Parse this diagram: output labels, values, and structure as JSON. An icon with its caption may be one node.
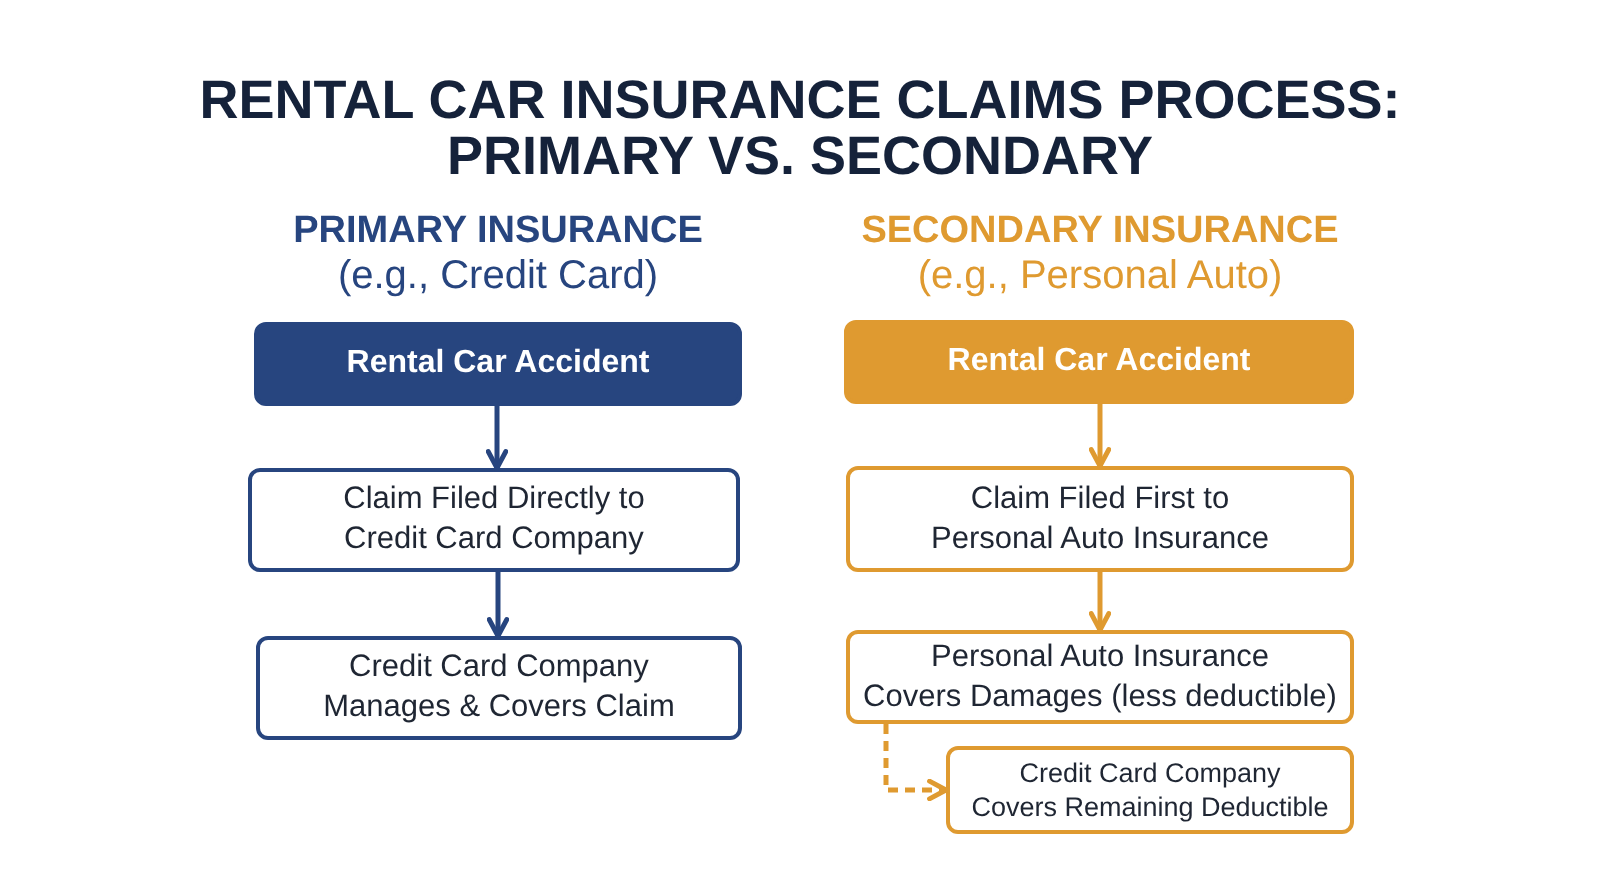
{
  "diagram": {
    "title": "RENTAL CAR INSURANCE CLAIMS PROCESS: PRIMARY VS. SECONDARY",
    "nodes": [
      {
        "text": [
          "Rental Car Accident"
        ]
      },
      {
        "text": [
          "Claim Filed Directly to Credit Card Company"
        ]
      },
      {
        "text": [
          "Credit Card Company Manages & Covers Claim"
        ]
      },
      {
        "text": [
          "Rental Car Accident"
        ]
      },
      {
        "text": [
          "Claim Filed First to Personal Auto Insurance"
        ]
      },
      {
        "text": [
          "Personal Auto Insurance Covers Damages (less deductible)"
        ]
      },
      {
        "text": [
          "Credit Card Company Covers Remaining Deductible"
        ]
      }
    ],
    "edges": [
      {
        "from": 0,
        "to": 1,
        "arrow": "to",
        "color": "#27457f"
      },
      {
        "from": 1,
        "to": 2,
        "arrow": "to",
        "color": "#27457f"
      },
      {
        "from": 3,
        "to": 4,
        "arrow": "to"
      },
      {
        "from": 4,
        "to": 5,
        "arrow": "to"
      },
      {
        "from": 5,
        "to": 6,
        "arrow": "to",
        "style": "dashed"
      }
    ],
    "labels": [
      "PRIMARY INSURANCE",
      "(e.g., Credit Card)",
      "SECONDARY INSURANCE",
      "(e.g., Personal Auto)"
    ]
  }
}
